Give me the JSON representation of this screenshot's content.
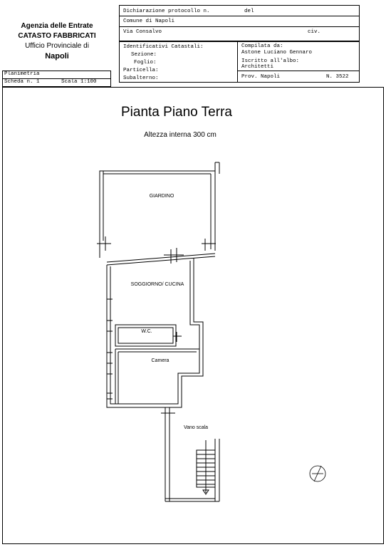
{
  "agency": {
    "line1": "Agenzia delle Entrate",
    "line2": "CATASTO FABBRICATI",
    "line3": "Ufficio Provinciale di",
    "line4": "Napoli"
  },
  "header": {
    "protocol_label": "Dichiarazione protocollo n.",
    "del_label": "del",
    "comune": "Comune di Napoli",
    "via": "Via Consalvo",
    "civ_label": "civ."
  },
  "identificativi": {
    "title": "Identificativi Catastali:",
    "sezione": "Sezione:",
    "foglio": "Foglio:",
    "particella": "Particella:",
    "subalterno": "Subalterno:"
  },
  "compilata": {
    "label": "Compilata da:",
    "name": "Astone Luciano Gennaro",
    "iscritto_label": "Iscritto all'albo:",
    "albo": "Architetti",
    "prov": "Prov. Napoli",
    "numero": "N. 3522"
  },
  "planimetria": {
    "label": "Planimetria",
    "scheda": "Scheda n. 1",
    "scala": "Scala 1:100"
  },
  "plan": {
    "title": "Pianta Piano Terra",
    "subtitle": "Altezza interna 300 cm",
    "rooms": {
      "giardino": "GIARDINO",
      "soggiorno": "SOGGIORNO/ CUCINA",
      "wc": "W.C.",
      "camera": "Camera",
      "vano_scala": "Vano scala"
    },
    "north_icon": "north-arrow-icon"
  }
}
